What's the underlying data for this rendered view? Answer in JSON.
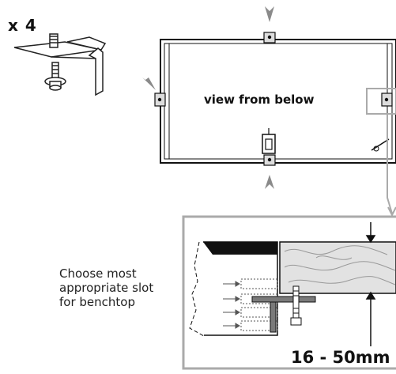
{
  "quantity_label": "x 4",
  "frame_label": "view from below",
  "note_lines": [
    "Choose most",
    "appropriate slot",
    "for benchtop"
  ],
  "thickness_range": "16 - 50mm",
  "colors": {
    "line": "#111111",
    "arrow_gray": "#8a8a8a",
    "callout_gray": "#aaaaaa",
    "wood_fill": "#e2e2e2",
    "bracket_fill": "#7a7a7a"
  },
  "icons": [
    "clamp-bracket-icon",
    "frame-outline-icon",
    "mounting-bracket-icon",
    "wood-grain-icon",
    "arrow-icon"
  ]
}
